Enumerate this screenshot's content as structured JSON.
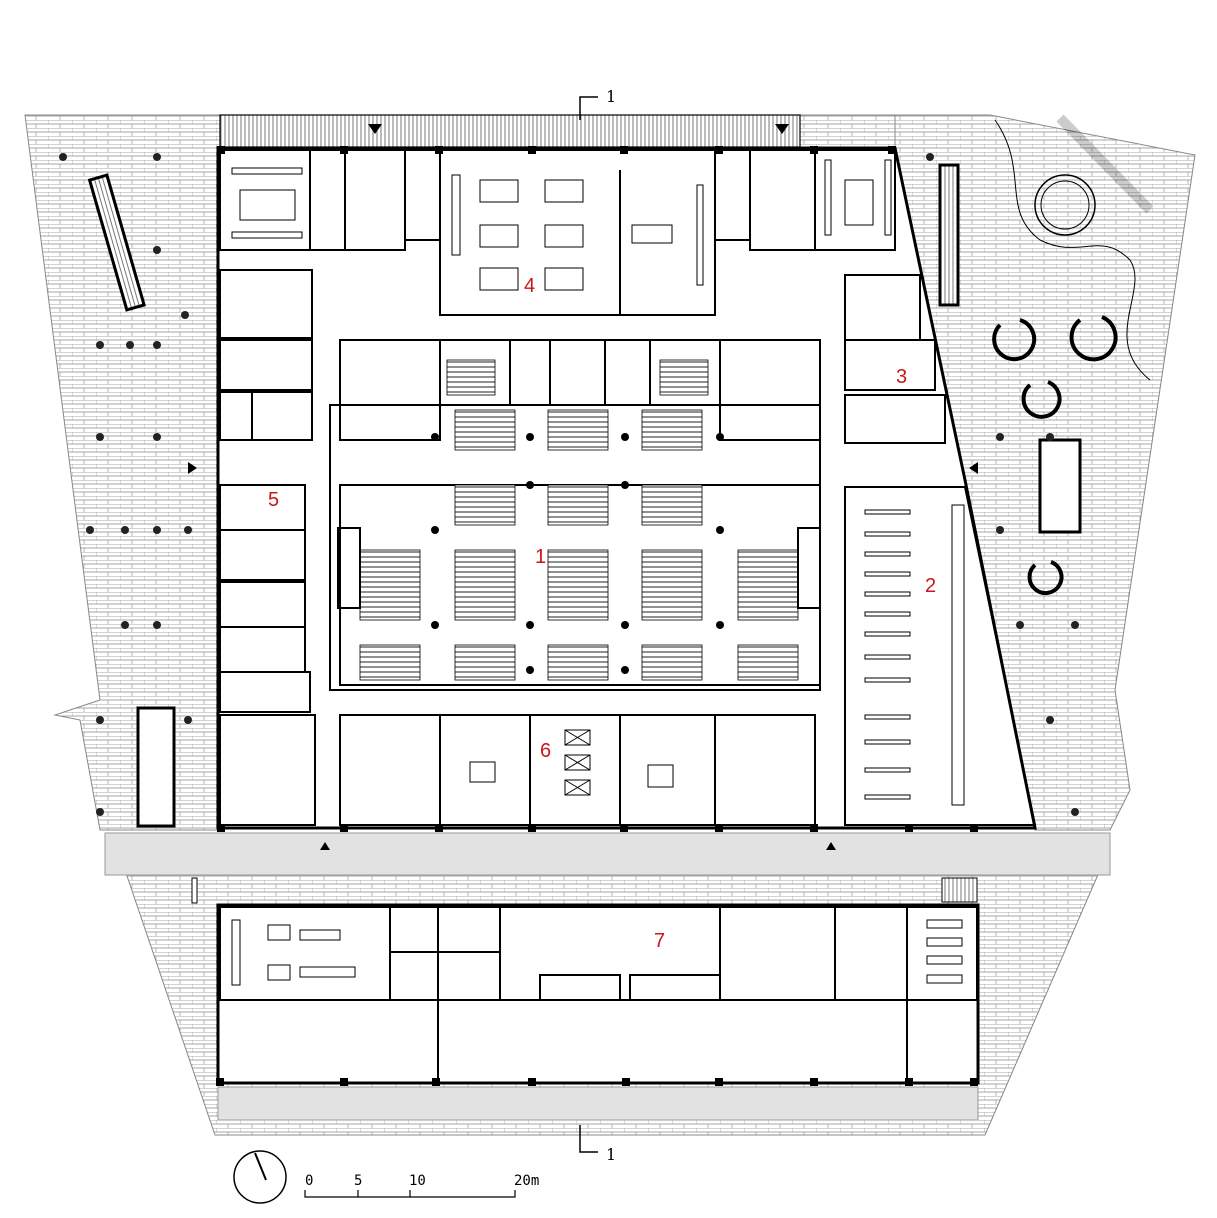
{
  "zone_labels": [
    "1",
    "2",
    "3",
    "4",
    "5",
    "6",
    "7"
  ],
  "section_marker": {
    "top": "1",
    "bottom": "1"
  },
  "scale_bar": {
    "ticks": [
      "0",
      "5",
      "10",
      "20m"
    ]
  },
  "colors": {
    "label_red": "#c8161d",
    "paving_gray": "#e2e2e2",
    "line_black": "#000000"
  },
  "icons": {
    "north_arrow": "north-arrow-icon",
    "entrance": "entrance-triangle-icon",
    "stair": "stair-icon",
    "elevator": "elevator-icon"
  }
}
